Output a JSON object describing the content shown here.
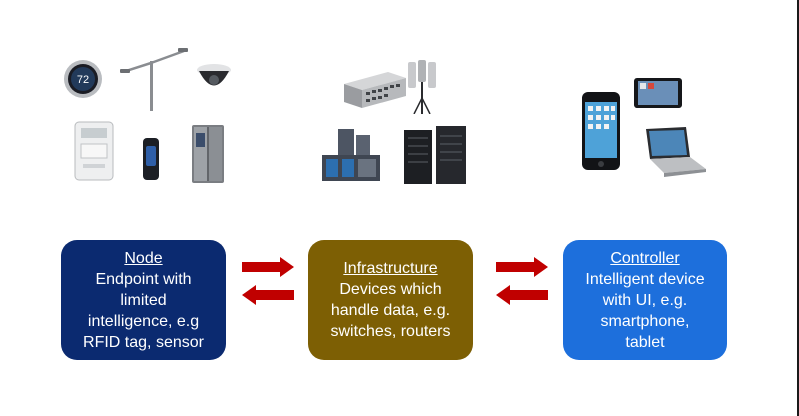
{
  "colors": {
    "node": "#0b2a70",
    "infrastructure": "#7d5f04",
    "controller": "#1d6fdc",
    "arrow": "#c00000"
  },
  "boxes": {
    "node": {
      "title": "Node",
      "description": "Endpoint with\nlimited\nintelligence, e.g\nRFID tag, sensor"
    },
    "infrastructure": {
      "title": "Infrastructure",
      "description": "Devices which\nhandle data, e.g.\nswitches, routers"
    },
    "controller": {
      "title": "Controller",
      "description": "Intelligent device\nwith UI, e.g.\nsmartphone,\ntablet"
    }
  },
  "images": {
    "node_group": [
      "thermostat-icon",
      "street-lamp-icon",
      "dome-camera-icon",
      "smart-meter-icon",
      "rfid-tag-icon",
      "smart-fridge-icon"
    ],
    "infrastructure_group": [
      "network-switch-icon",
      "cell-antenna-icon",
      "server-chassis-icon",
      "server-rack-icon"
    ],
    "controller_group": [
      "smartphone-icon",
      "tablet-icon",
      "laptop-icon"
    ]
  }
}
